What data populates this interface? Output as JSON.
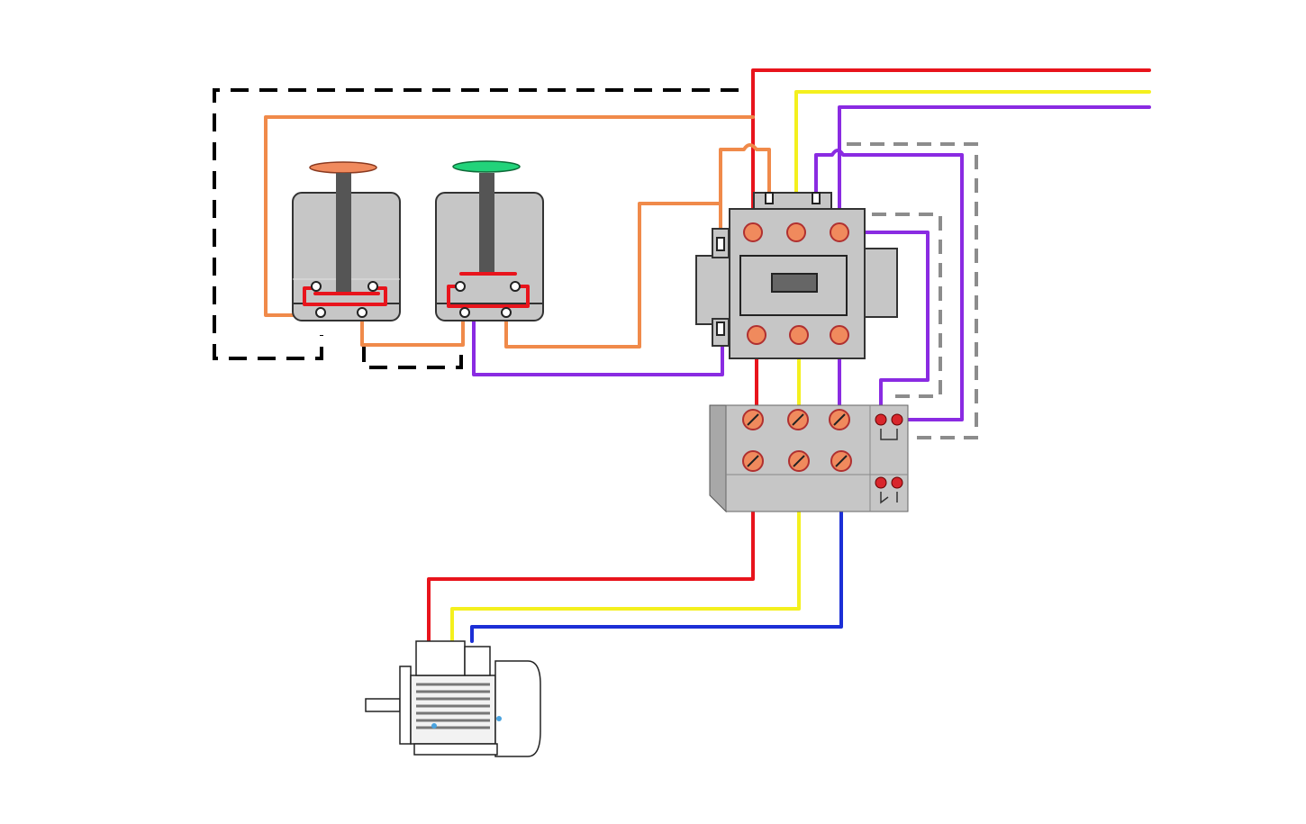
{
  "colors": {
    "phase_red": "#e8141c",
    "phase_yellow": "#f4f01e",
    "phase_purple": "#8a2be2",
    "phase_blue": "#1c2fd6",
    "control_orange": "#f08a4a",
    "stop_button_cap": "#f08a5d",
    "start_button_cap": "#22d37a",
    "device_body": "#c6c6c6",
    "dashed_box_black": "#000000",
    "dashed_box_grey": "#8c8c8c"
  },
  "components": [
    {
      "id": "stop-button",
      "icon": "pushbutton-nc-icon"
    },
    {
      "id": "start-button",
      "icon": "pushbutton-no-icon"
    },
    {
      "id": "contactor",
      "icon": "contactor-icon"
    },
    {
      "id": "overload-relay",
      "icon": "thermal-overload-relay-icon"
    },
    {
      "id": "motor",
      "icon": "three-phase-motor-icon"
    }
  ]
}
